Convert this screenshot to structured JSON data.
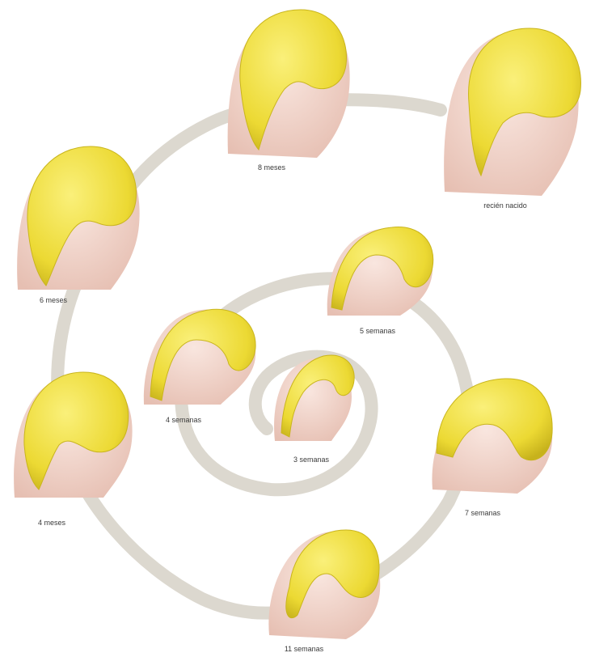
{
  "diagram": {
    "colors": {
      "spiral": "#dcd8cf",
      "skin": "#f3d6cc",
      "skin_shade": "#e3b8ab",
      "brain": "#eedf3c",
      "brain_dark": "#c9b51d"
    },
    "stages": [
      {
        "id": "3-weeks",
        "label": "3 semanas"
      },
      {
        "id": "4-weeks",
        "label": "4 semanas"
      },
      {
        "id": "5-weeks",
        "label": "5 semanas"
      },
      {
        "id": "7-weeks",
        "label": "7 semanas"
      },
      {
        "id": "11-weeks",
        "label": "11 semanas"
      },
      {
        "id": "4-months",
        "label": "4 meses"
      },
      {
        "id": "6-months",
        "label": "6 meses"
      },
      {
        "id": "8-months",
        "label": "8 meses"
      },
      {
        "id": "newborn",
        "label": "recién nacido"
      }
    ]
  }
}
